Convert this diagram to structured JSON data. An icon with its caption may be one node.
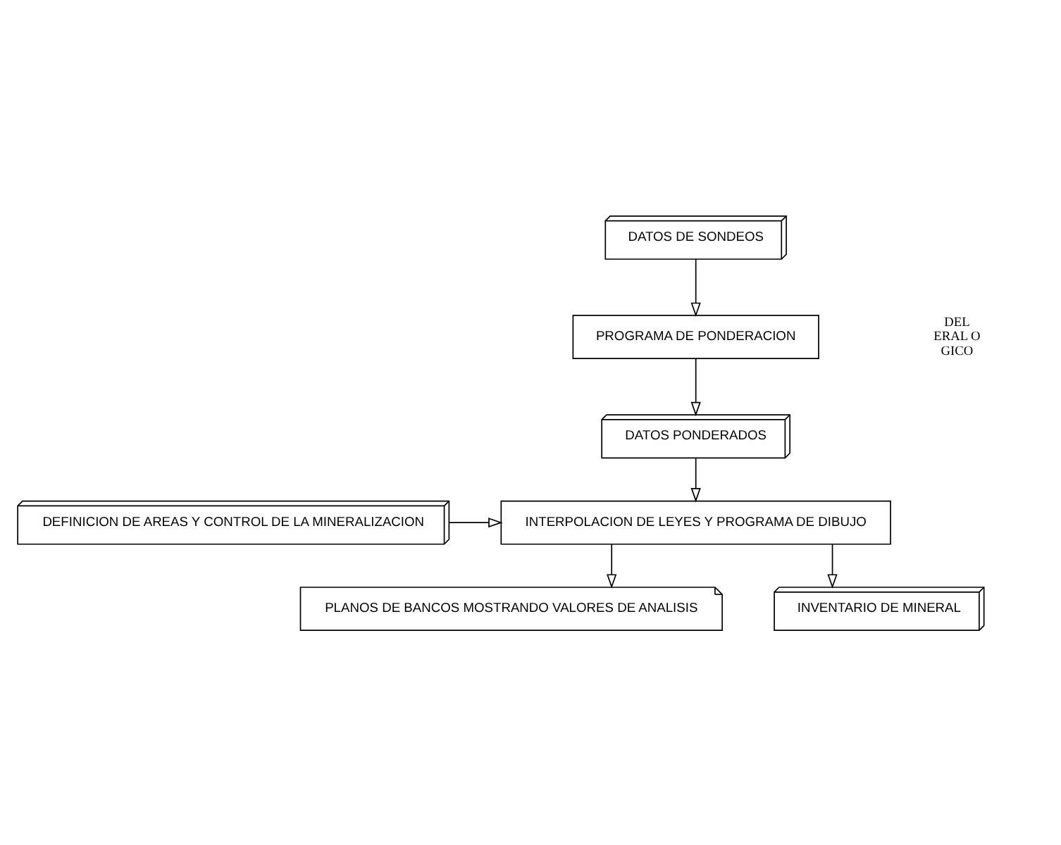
{
  "diagram": {
    "nodes": [
      {
        "text": [
          "DATOS DE SONDEOS"
        ]
      },
      {
        "text": [
          "PROGRAMA DE PONDERACION"
        ]
      },
      {
        "text": [
          "DATOS PONDERADOS"
        ]
      },
      {
        "text": [
          "DEFINICION DE AREAS Y CONTROL DE LA MINERALIZACION"
        ]
      },
      {
        "text": [
          "INTERPOLACION DE LEYES Y PROGRAMA DE DIBUJO"
        ]
      },
      {
        "text": [
          "PLANOS DE BANCOS MOSTRANDO VALORES DE ANALISIS"
        ]
      },
      {
        "text": [
          "INVENTARIO DE MINERAL"
        ]
      }
    ],
    "edges": [
      {
        "from": 0,
        "to": 1,
        "arrow": "to"
      },
      {
        "from": 1,
        "to": 2,
        "arrow": "to"
      },
      {
        "from": 2,
        "to": 4,
        "arrow": "to"
      },
      {
        "from": 3,
        "to": 4,
        "arrow": "to"
      },
      {
        "from": 4,
        "to": 5,
        "arrow": "to"
      },
      {
        "from": 4,
        "to": 6,
        "arrow": "to"
      }
    ],
    "labels": [
      "DEL",
      "ERAL O",
      "GICO"
    ]
  }
}
